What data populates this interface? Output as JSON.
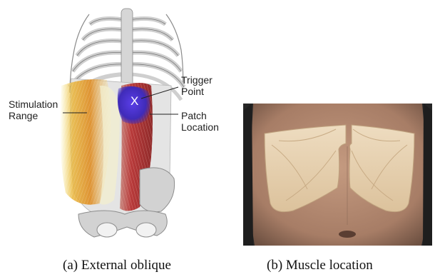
{
  "panel_a": {
    "labels": {
      "stimulation_range": "Stimulation\nRange",
      "trigger_point": "Trigger\nPoint",
      "patch_location": "Patch\nLocation",
      "x_mark": "X"
    },
    "caption": "(a)  External oblique"
  },
  "panel_b": {
    "caption": "(b)  Muscle location"
  },
  "colors": {
    "stimulation_orange": "#e0922e",
    "muscle_red": "#b33535",
    "trigger_purple": "#4a2fd0",
    "bone": "#cfcfcf",
    "tape": "#e7d2b4",
    "skin": "#b88e76"
  }
}
